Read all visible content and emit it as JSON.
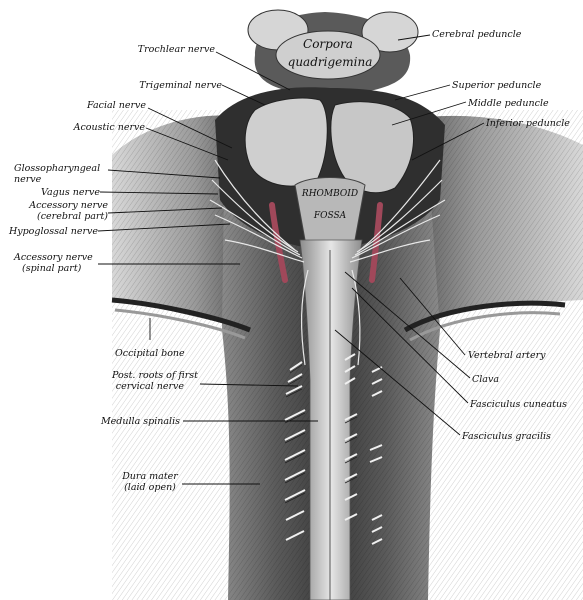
{
  "figure": {
    "corpora_quadrigemina": [
      "Corpora",
      "quadrigemina"
    ],
    "rhomboid_fossa": [
      "RHOMBOID",
      "FOSSA"
    ],
    "labels_left": {
      "trochlear_nerve": [
        "Trochlear nerve"
      ],
      "trigeminal_nerve": [
        "Trigeminal nerve"
      ],
      "facial_nerve": [
        "Facial nerve"
      ],
      "acoustic_nerve": [
        "Acoustic nerve"
      ],
      "glossopharyngeal_nerve": [
        "Glossopharyngeal",
        "nerve"
      ],
      "vagus_nerve": [
        "Vagus nerve"
      ],
      "accessory_nerve_cerebral": [
        "Accessory nerve",
        "(cerebral part)"
      ],
      "hypoglossal_nerve": [
        "Hypoglossal nerve"
      ],
      "accessory_nerve_spinal": [
        "Accessory nerve",
        "(spinal part)"
      ],
      "occipital_bone": [
        "Occipital bone"
      ],
      "post_roots": [
        "Post. roots of first",
        "cervical nerve"
      ],
      "medulla_spinalis": [
        "Medulla spinalis"
      ],
      "dura_mater": [
        "Dura mater",
        "(laid open)"
      ]
    },
    "labels_right": {
      "cerebral_peduncle": [
        "Cerebral peduncle"
      ],
      "superior_peduncle": [
        "Superior peduncle"
      ],
      "middle_peduncle": [
        "Middle peduncle"
      ],
      "inferior_peduncle": [
        "Inferior peduncle"
      ],
      "vertebral_artery": [
        "Vertebral artery"
      ],
      "clava": [
        "Clava"
      ],
      "fasciculus_cuneatus": [
        "Fasciculus cuneatus"
      ],
      "fasciculus_gracilis": [
        "Fasciculus gracilis"
      ]
    },
    "colors": {
      "dark_tissue": "#2e2e2e",
      "mid_tissue": "#6b6b6b",
      "light_tissue": "#bdbdbd",
      "pale": "#dcdcdc",
      "artery": "#a0485a"
    }
  }
}
